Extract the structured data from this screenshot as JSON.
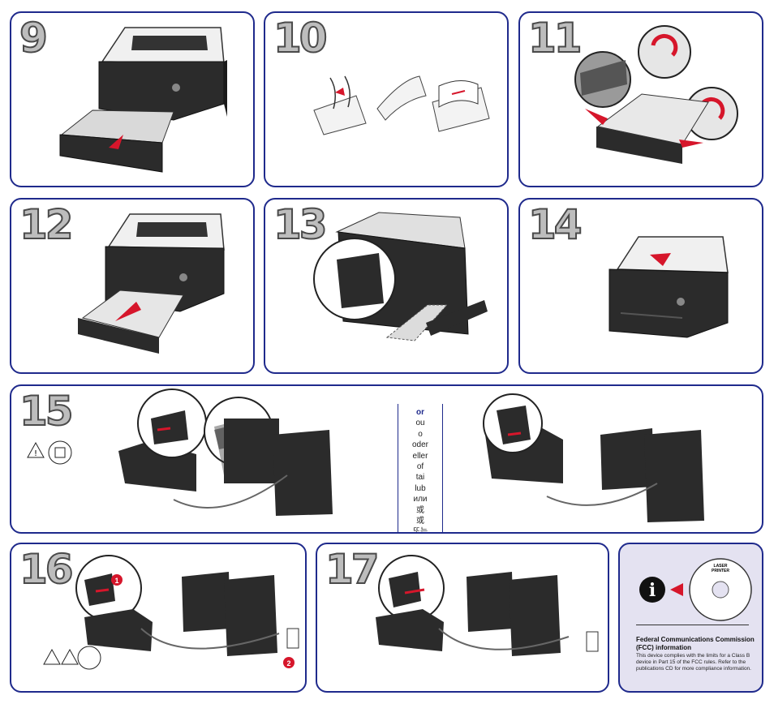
{
  "steps": {
    "s9": "9",
    "s10": "10",
    "s11": "11",
    "s12": "12",
    "s13": "13",
    "s14": "14",
    "s15": "15",
    "s16": "16",
    "s17": "17"
  },
  "or_translations": [
    "or",
    "ou",
    "o",
    "oder",
    "eller",
    "of",
    "tai",
    "lub",
    "или",
    "或",
    "或",
    "또는"
  ],
  "callouts": {
    "one": "1",
    "two": "2"
  },
  "cd_label": {
    "line1": "LASER",
    "line2": "PRINTER"
  },
  "info_icon": "i",
  "fcc": {
    "title": "Federal Communications Commission (FCC) information",
    "body": "This device complies with the limits for a Class B device in Part 15 of the FCC rules. Refer to the publications CD for more compliance information."
  },
  "colors": {
    "border": "#1f2a8c",
    "accent": "#d6162b",
    "printer": "#2b2b2b",
    "info_bg": "#e4e2f1"
  }
}
